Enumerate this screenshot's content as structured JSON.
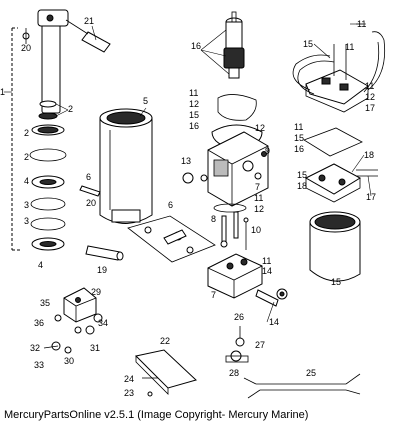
{
  "caption": "MercuryPartsOnline v2.5.1 (Image Copyright- Mercury Marine)",
  "callouts": [
    "1",
    "2",
    "2",
    "2",
    "3",
    "3",
    "4",
    "4",
    "5",
    "6",
    "6",
    "7",
    "7",
    "8",
    "9",
    "10",
    "11",
    "11",
    "11",
    "11",
    "11",
    "11",
    "12",
    "12",
    "12",
    "12",
    "13",
    "14",
    "14",
    "15",
    "15",
    "15",
    "15",
    "15",
    "16",
    "16",
    "16",
    "17",
    "18",
    "18",
    "19",
    "20",
    "20",
    "21",
    "22",
    "23",
    "24",
    "25",
    "26",
    "27",
    "28",
    "29",
    "30",
    "31",
    "32",
    "33",
    "34",
    "35",
    "36"
  ]
}
